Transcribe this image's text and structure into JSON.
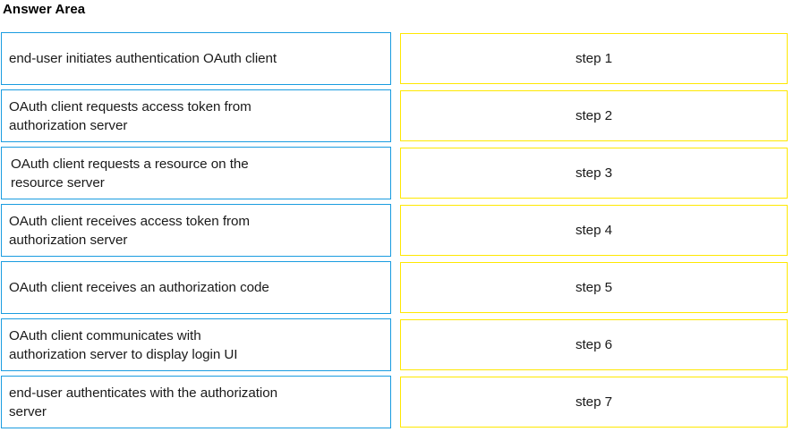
{
  "page": {
    "title": "Answer Area"
  },
  "answer_area": {
    "rows": [
      {
        "statement": "end-user initiates authentication OAuth client",
        "step": "step 1",
        "statement_indented": false
      },
      {
        "statement": "OAuth client requests access token from\nauthorization server",
        "step": "step 2",
        "statement_indented": false
      },
      {
        "statement": "OAuth client requests a resource on the\nresource server",
        "step": "step 3",
        "statement_indented": true
      },
      {
        "statement": "OAuth client receives access token from\nauthorization server",
        "step": "step 4",
        "statement_indented": false
      },
      {
        "statement": "OAuth client receives an authorization code",
        "step": "step 5",
        "statement_indented": false
      },
      {
        "statement": "OAuth client communicates with\nauthorization server to display login UI",
        "step": "step 6",
        "statement_indented": false
      },
      {
        "statement": "end-user authenticates with the authorization\nserver",
        "step": "step 7",
        "statement_indented": false
      }
    ]
  },
  "colors": {
    "statement_border": "#1a9ce0",
    "step_border": "#ffe800",
    "text": "#1a1a1a",
    "background": "#ffffff"
  }
}
